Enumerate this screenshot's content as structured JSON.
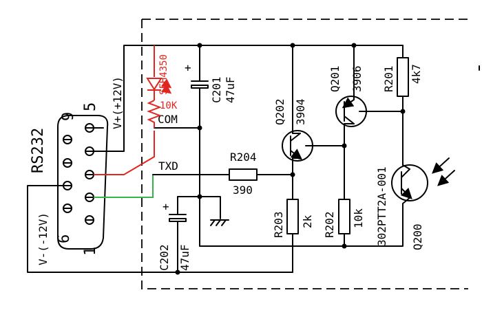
{
  "connector": {
    "name": "RS232",
    "pin_5": "5",
    "pin_9": "9",
    "pin_6": "6",
    "pin_1": "1"
  },
  "nets": {
    "v_plus": "V+(+12V)",
    "v_minus": "V-(-12V)",
    "com": "COM",
    "txd": "TXD"
  },
  "components": {
    "led": {
      "name": "SFH4350",
      "color": "#e0261e"
    },
    "r_led": {
      "value": "10K",
      "color": "#e0261e"
    },
    "c201": {
      "ref": "C201",
      "value": "47uF"
    },
    "c202": {
      "ref": "C202",
      "value": "47uF"
    },
    "r204": {
      "ref": "R204",
      "value": "390"
    },
    "r203": {
      "ref": "R203",
      "value": "2k"
    },
    "r202": {
      "ref": "R202",
      "value": "10k"
    },
    "r201": {
      "ref": "R201",
      "value": "4k7"
    },
    "q202": {
      "ref": "Q202",
      "part": "3904"
    },
    "q201": {
      "ref": "Q201",
      "part": "3906"
    },
    "q200": {
      "ref": "Q200",
      "part": "302PTT2A-001"
    }
  },
  "polarity": {
    "plus": "+"
  },
  "wire_colors": {
    "red": "#e0261e",
    "green": "#34b44a"
  }
}
